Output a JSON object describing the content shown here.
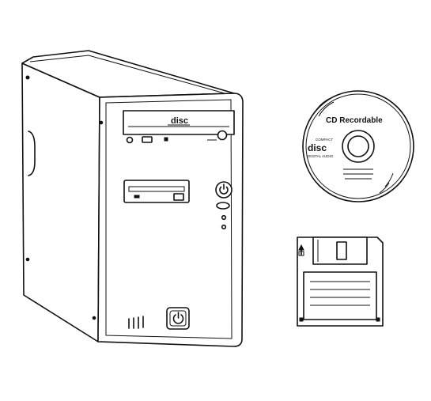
{
  "cd": {
    "label": "CD Recordable",
    "logo_word": "disc",
    "logo_top": "COMPACT",
    "logo_bottom": "DIGITAL AUDIO"
  },
  "drive": {
    "logo_word": "disc"
  }
}
